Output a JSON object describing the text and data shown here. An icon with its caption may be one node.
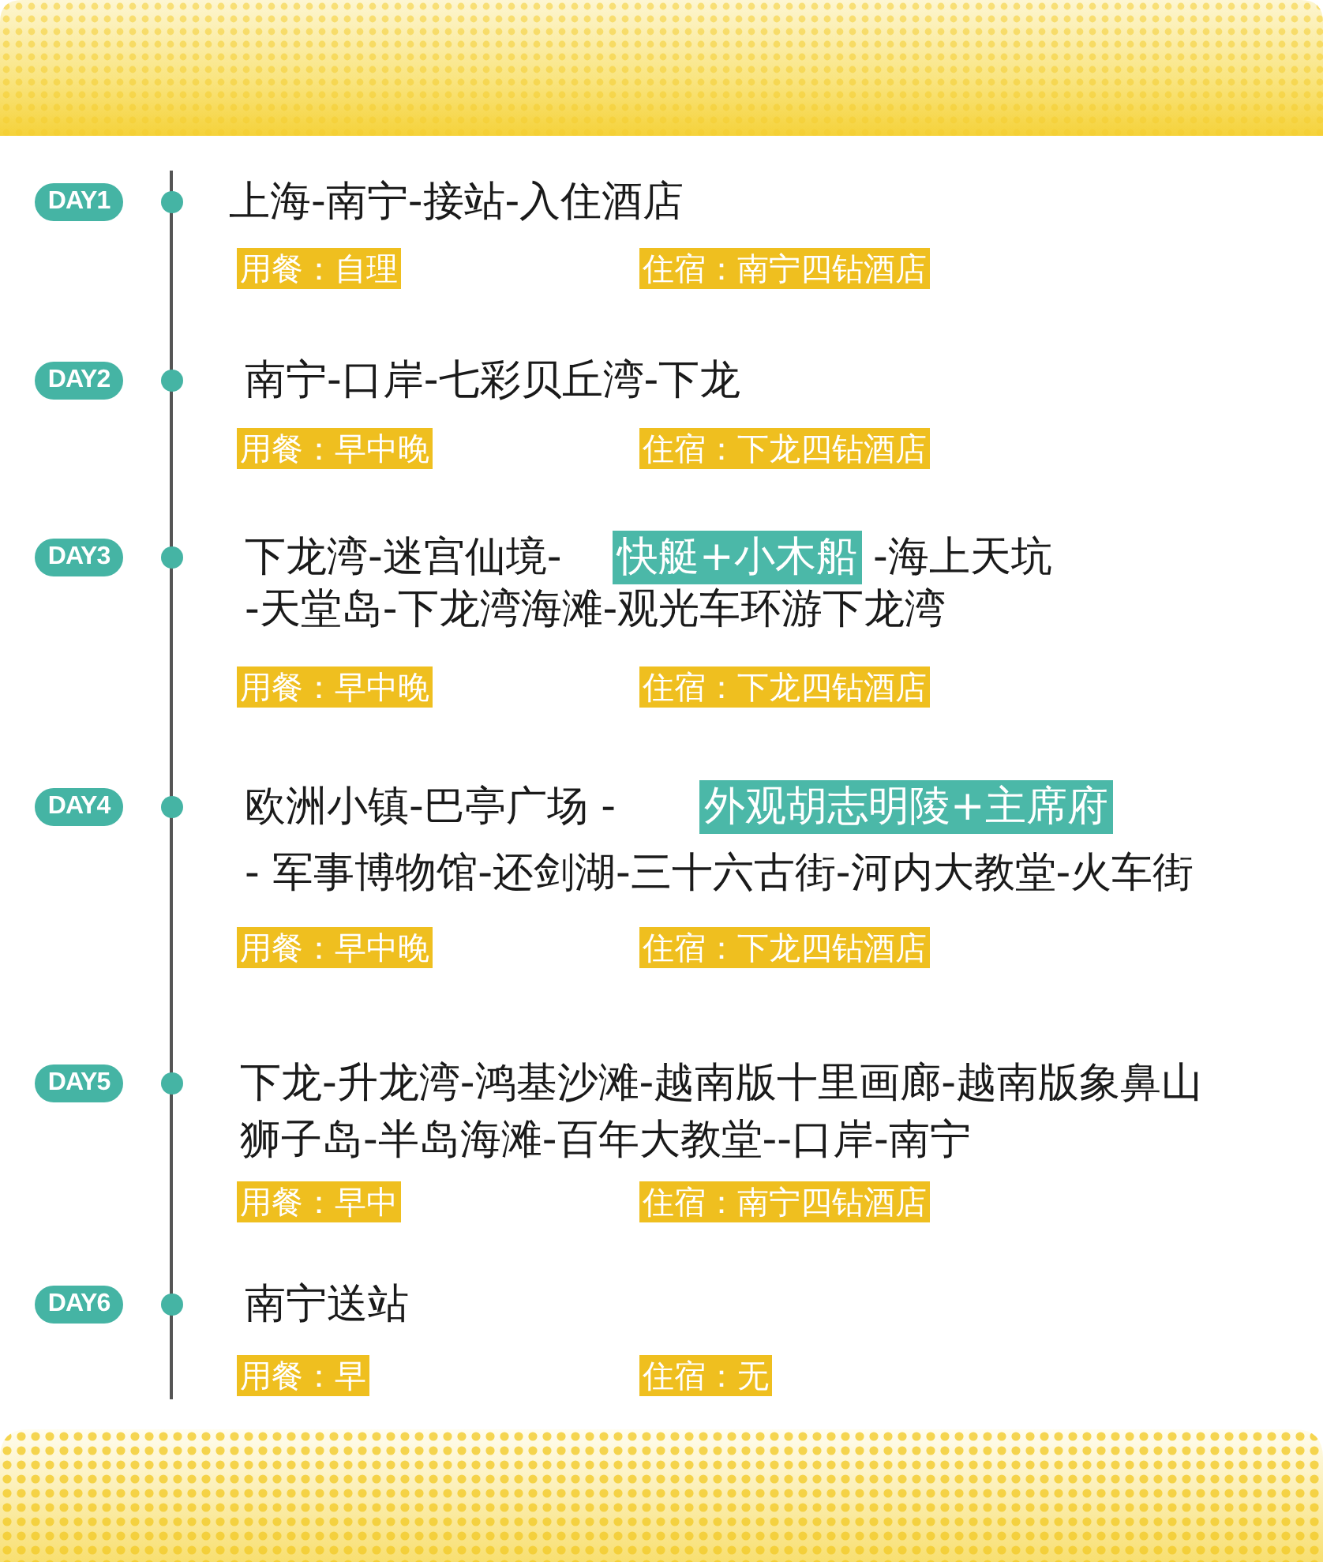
{
  "diagram": {
    "nodes": [
      {
        "text": [
          "DAY1"
        ]
      },
      {
        "text": [
          "用餐：自理"
        ]
      },
      {
        "text": [
          "住宿：南宁四钻酒店"
        ]
      },
      {
        "text": [
          "DAY2"
        ]
      },
      {
        "text": [
          "用餐：早中晚"
        ]
      },
      {
        "text": [
          "住宿：下龙四钻酒店"
        ]
      },
      {
        "text": [
          "DAY3"
        ]
      },
      {
        "text": [
          "快艇+小木船"
        ]
      },
      {
        "text": [
          "用餐：早中晚"
        ]
      },
      {
        "text": [
          "住宿：下龙四钻酒店"
        ]
      },
      {
        "text": [
          "DAY4"
        ]
      },
      {
        "text": [
          "外观胡志明陵+主席府"
        ]
      },
      {
        "text": [
          "用餐：早中晚"
        ]
      },
      {
        "text": [
          "住宿：下龙四钻酒店"
        ]
      },
      {
        "text": [
          "DAY5"
        ]
      },
      {
        "text": [
          "用餐：早中"
        ]
      },
      {
        "text": [
          "住宿：南宁四钻酒店"
        ]
      },
      {
        "text": [
          "DAY6"
        ]
      },
      {
        "text": [
          "用餐：早"
        ]
      },
      {
        "text": [
          "住宿：无"
        ]
      }
    ],
    "labels": [
      "上海-南宁-接站-入住酒店",
      "南宁-口岸-七彩贝丘湾-下龙",
      "下龙湾-迷宫仙境-",
      "-海上天坑",
      "-天堂岛-下龙湾海滩-观光车环游下龙湾",
      "欧洲小镇-巴亭广场 -",
      "- 军事博物馆-还剑湖-三十六古街-河内大教堂-火车街",
      "下龙-升龙湾-鸿基沙滩-越南版十里画廊-越南版象鼻山狮子岛-半岛海滩-百年大教堂--口岸-南宁",
      "南宁送站"
    ]
  }
}
